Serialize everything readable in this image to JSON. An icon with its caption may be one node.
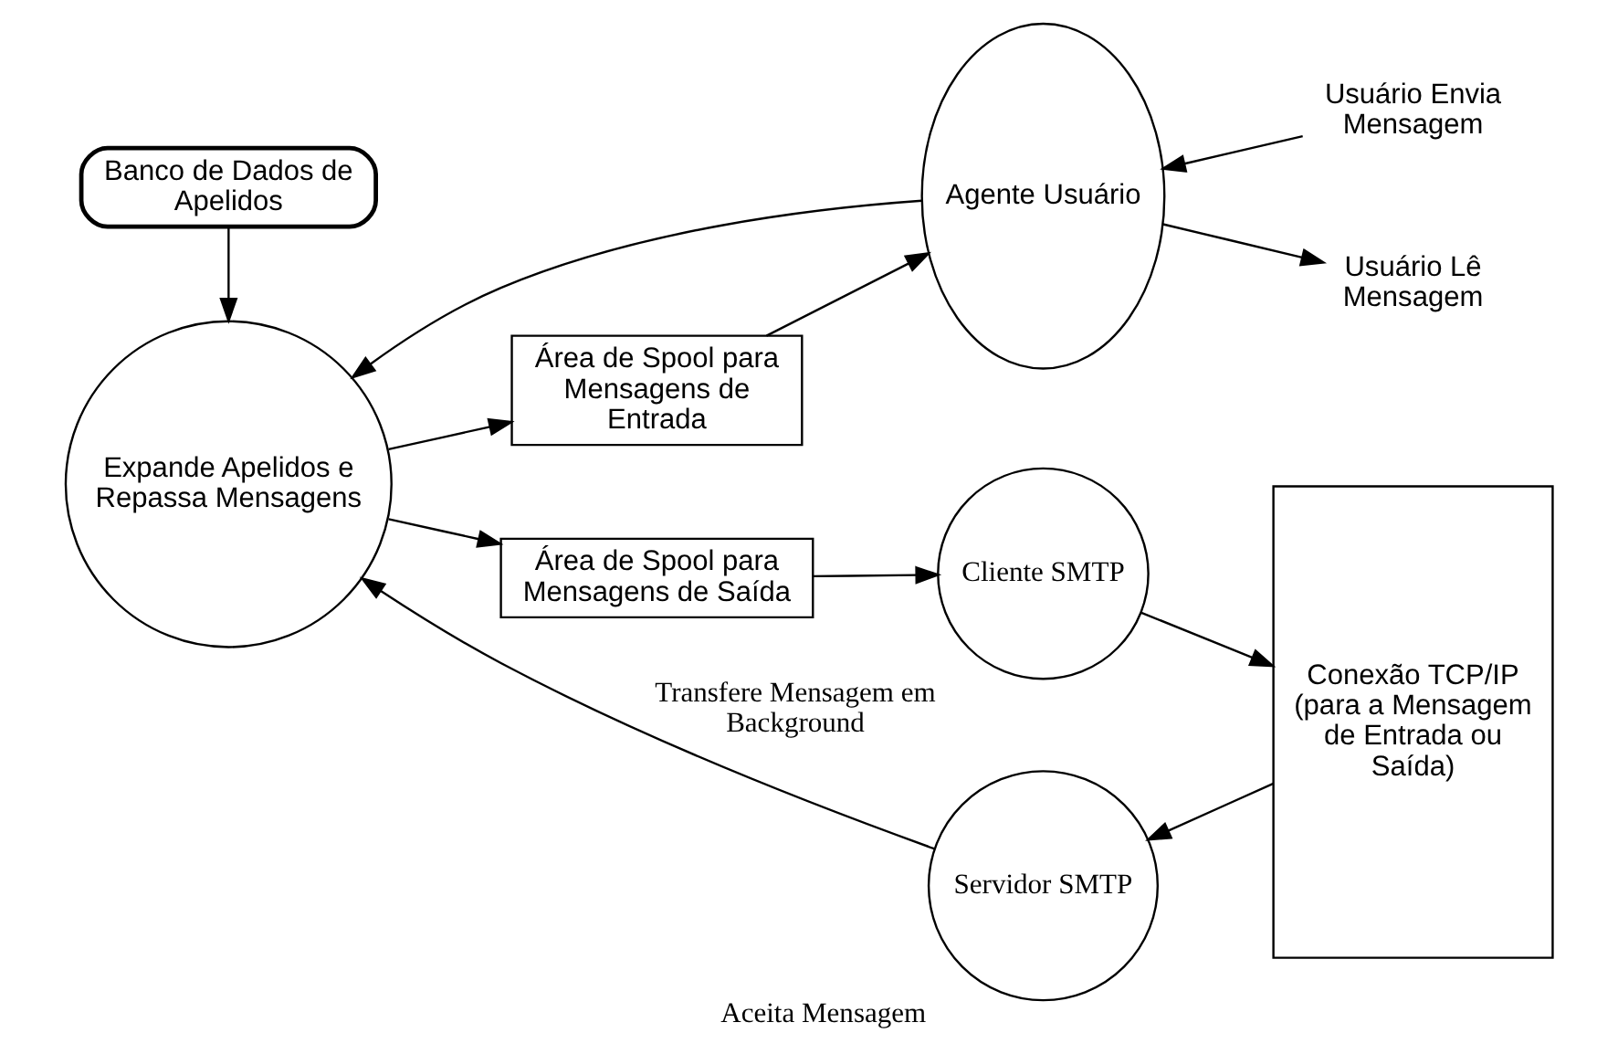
{
  "diagram": {
    "nodes": [
      {
        "text": [
          "Banco de Dados de Apelidos"
        ]
      },
      {
        "text": [
          "Área de Spool para Mensagens de Saída"
        ]
      },
      {
        "text": [
          "Cliente SMTP"
        ],
        "beside": [
          "Transfere Mensagem em Background"
        ]
      },
      {
        "text": [
          "Conexão TCP/IP",
          "(para a Mensagem de Entrada ou Saída)"
        ]
      },
      {
        "text": [
          "Usuário Envia Mensagem"
        ]
      },
      {
        "text": [
          "Agente Usuário"
        ]
      },
      {
        "text": [
          "Expande Apelidos e Repassa Mensagens"
        ]
      },
      {
        "text": [
          "Usuário Lê Mensagem"
        ]
      },
      {
        "text": [
          "Área de Spool para Mensagens de Entrada"
        ]
      },
      {
        "text": [
          "Servidor SMTP"
        ],
        "beside": [
          "Aceita Mensagem"
        ]
      }
    ],
    "edges": [
      {
        "from": 4,
        "to": 5,
        "arrow": "to"
      },
      {
        "from": 5,
        "to": 6,
        "arrow": "to"
      },
      {
        "from": 0,
        "to": 6,
        "arrow": "to"
      },
      {
        "from": 6,
        "to": 1,
        "arrow": "to"
      },
      {
        "from": 1,
        "to": 2,
        "arrow": "to"
      },
      {
        "from": 2,
        "to": 3,
        "arrow": "to"
      },
      {
        "from": 3,
        "to": 9,
        "arrow": "to"
      },
      {
        "from": 9,
        "to": 6,
        "arrow": "to"
      },
      {
        "from": 6,
        "to": 8,
        "arrow": "to"
      },
      {
        "from": 8,
        "to": 5,
        "arrow": "to"
      },
      {
        "from": 5,
        "to": 7,
        "arrow": "to"
      }
    ]
  }
}
